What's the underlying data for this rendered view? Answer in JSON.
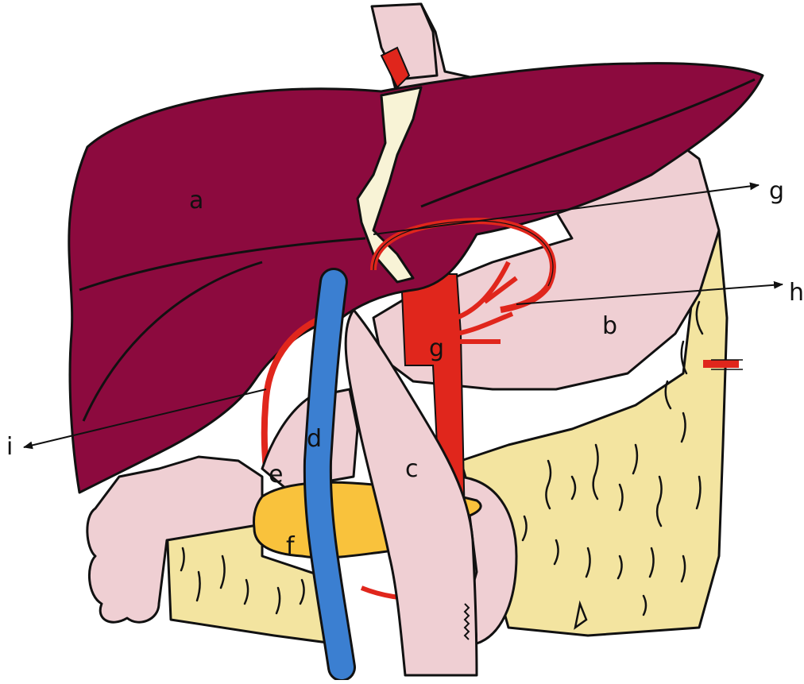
{
  "labels": {
    "a": "a",
    "b": "b",
    "c": "c",
    "d": "d",
    "e": "e",
    "f": "f",
    "g_pointer": "g",
    "g_inner": "g",
    "h": "h",
    "i": "i"
  },
  "colors": {
    "liver": "#8c0a3e",
    "stomach": "#efcfd3",
    "fat": "#f3e4a0",
    "ligament": "#f8f3d6",
    "pancreas": "#f9c23c",
    "artery": "#e0261c",
    "vein": "#3b7fd1",
    "outline": "#111111"
  }
}
